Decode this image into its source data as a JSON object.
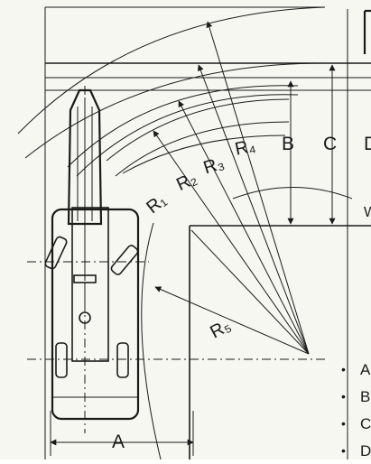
{
  "diagram": {
    "labels": {
      "r1": "R₁",
      "r2": "R₂",
      "r3": "R₃",
      "r4": "R₄",
      "r5": "R₅",
      "a": "A",
      "b": "B",
      "c": "C",
      "cut_d": "D",
      "cut_w": "W"
    },
    "legend_cut": [
      "A",
      "B",
      "C",
      "D"
    ]
  }
}
